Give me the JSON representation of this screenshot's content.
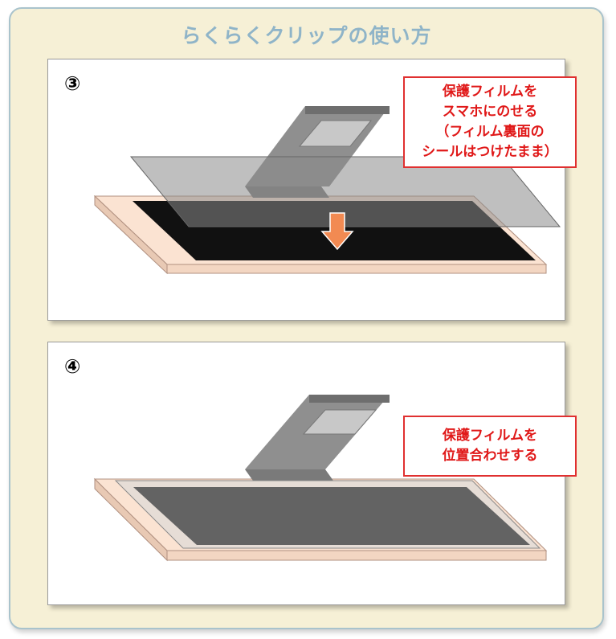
{
  "title": "らくらくクリップの使い方",
  "steps": [
    {
      "number": "③",
      "caption": "保護フィルムを\nスマホにのせる\n（フィルム裏面の\nシールはつけたまま）"
    },
    {
      "number": "④",
      "caption": "保護フィルムを\n位置合わせする"
    }
  ],
  "colors": {
    "frame_bg": "#f6f0d6",
    "frame_border": "#a9c3cc",
    "title": "#8fb4c8",
    "callout_border": "#e03030",
    "callout_text": "#e01818",
    "phone_body": "#fbe3d2",
    "screen_black": "#111111",
    "film": "#8a8a8a",
    "clip": "#7a7a7a",
    "arrow": "#f28a52"
  },
  "icons": [
    "down-arrow-icon"
  ]
}
